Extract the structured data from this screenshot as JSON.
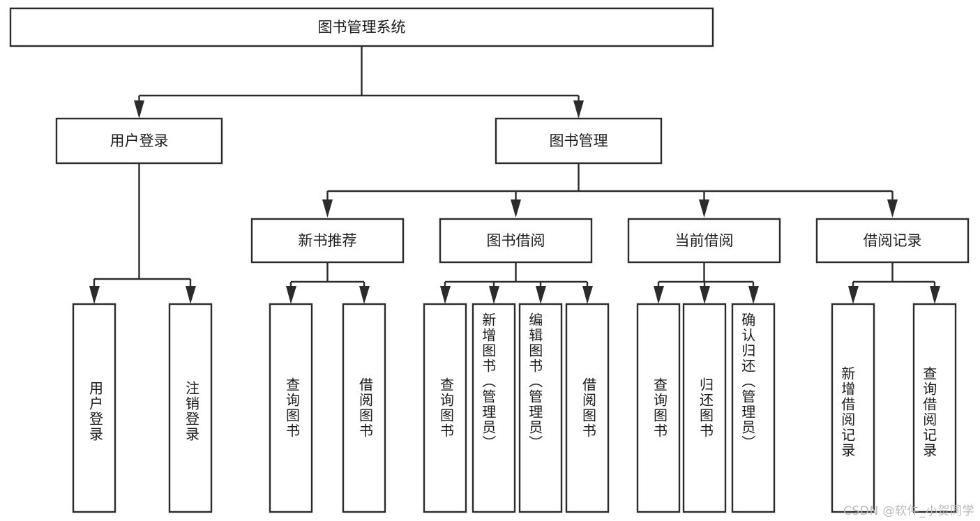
{
  "diagram": {
    "title": "图书管理系统",
    "type": "tree-hierarchy-chart",
    "watermark": "CSDN @软件_小贺同学",
    "colors": {
      "box_stroke": "#2b2b2b",
      "box_fill": "#ffffff",
      "text": "#1b1b1b",
      "edge": "#2b2b2b",
      "watermark": "#b9b9b9",
      "background": "#ffffff"
    },
    "root": {
      "label": "图书管理系统"
    },
    "level2": [
      {
        "label": "用户登录"
      },
      {
        "label": "图书管理"
      }
    ],
    "level3": [
      {
        "label": "新书推荐"
      },
      {
        "label": "图书借阅"
      },
      {
        "label": "当前借阅"
      },
      {
        "label": "借阅记录"
      }
    ],
    "leaves_user_login": [
      {
        "label": "用户登录"
      },
      {
        "label": "注销登录"
      }
    ],
    "leaves_new_book": [
      {
        "label": "查询图书"
      },
      {
        "label": "借阅图书"
      }
    ],
    "leaves_book_borrow": [
      {
        "label": "查询图书"
      },
      {
        "label": "新增图书（管理员）"
      },
      {
        "label": "编辑图书（管理员）"
      },
      {
        "label": "借阅图书"
      }
    ],
    "leaves_current_borrow": [
      {
        "label": "查询图书"
      },
      {
        "label": "归还图书"
      },
      {
        "label": "确认归还（管理员）"
      }
    ],
    "leaves_borrow_record": [
      {
        "label": "新增借阅记录"
      },
      {
        "label": "查询借阅记录"
      }
    ]
  }
}
